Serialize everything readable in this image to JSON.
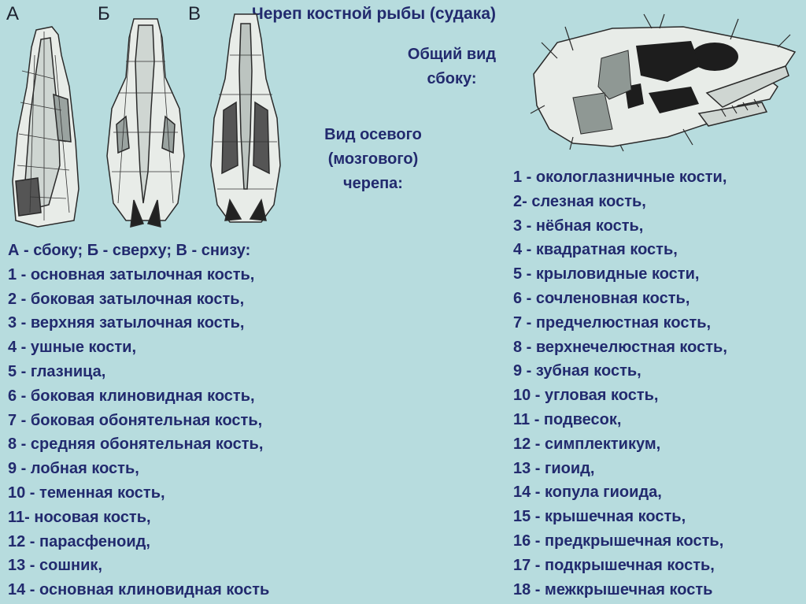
{
  "view_letters": {
    "a": "А",
    "b": "Б",
    "c": "В"
  },
  "title": "Череп костной рыбы (судака)",
  "side_view_label": [
    "Общий вид",
    "сбоку:"
  ],
  "axial_label": [
    "Вид осевого",
    "(мозгового)",
    "черепа:"
  ],
  "legend_views": "А - сбоку; Б - сверху; В - снизу:",
  "axial_items": [
    "1 - основная затылочная кость,",
    "2 - боковая затылочная кость,",
    "3 - верхняя затылочная кость,",
    "4 - ушные кости,",
    "5 - глазница,",
    "6 - боковая клиновидная кость,",
    "7 - боковая обонятельная кость,",
    "8 - средняя обонятельная кость,",
    "9 - лобная кость,",
    "10 - теменная кость,",
    "11- носовая кость,",
    "12 - парасфеноид,",
    "13 - сошник,",
    "14 - основная клиновидная кость"
  ],
  "side_items": [
    "1 - окологлазничные кости,",
    "2- слезная кость,",
    "3 - нёбная кость,",
    "4 - квадратная кость,",
    "5 - крыловидные кости,",
    "6 - сочленовная кость,",
    "7 - предчелюстная кость,",
    "8 - верхнечелюстная кость,",
    "9 - зубная кость,",
    "10 - угловая кость,",
    "11 - подвесок,",
    "12 - симплектикум,",
    "13 - гиоид,",
    "14 - копула гиоида,",
    "15 - крышечная кость,",
    "16 - предкрышечная кость,",
    "17 - подкрышечная кость,",
    "18 - межкрышечная кость"
  ],
  "colors": {
    "background": "#b7dcde",
    "text": "#222a6e",
    "ink": "#2a2a2a"
  }
}
